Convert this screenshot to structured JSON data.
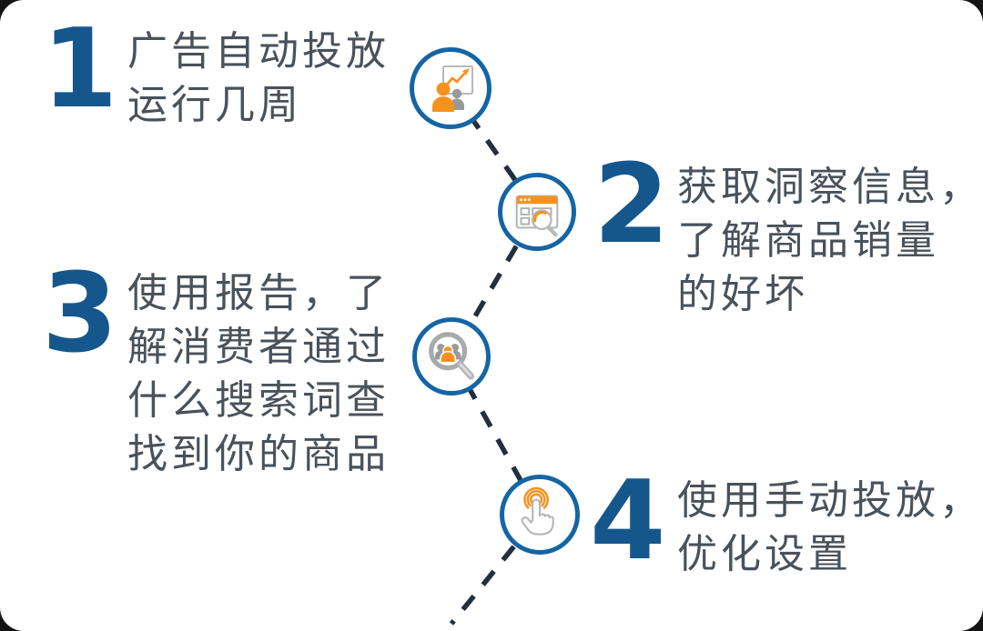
{
  "steps": [
    {
      "number": "1",
      "text": "广告自动投放\n运行几周",
      "icon": "presentation-growth-chart-icon"
    },
    {
      "number": "2",
      "text": "获取洞察信息，\n了解商品销量\n的好坏",
      "icon": "report-browser-search-icon"
    },
    {
      "number": "3",
      "text": "使用报告，了\n解消费者通过\n什么搜索词查\n找到你的商品",
      "icon": "audience-magnifier-icon"
    },
    {
      "number": "4",
      "text": "使用手动投放，\n优化设置",
      "icon": "tap-hand-icon"
    }
  ],
  "colors": {
    "step_number_blue": "#15578C",
    "body_text_gray": "#49525B",
    "circle_border_blue": "#1565A5",
    "connector_navy": "#232F3E",
    "accent_orange": "#F5921E",
    "icon_people_gray": "#97999B",
    "icon_stroke_gray": "#B4B6B8",
    "background": "#FFFFFF"
  }
}
